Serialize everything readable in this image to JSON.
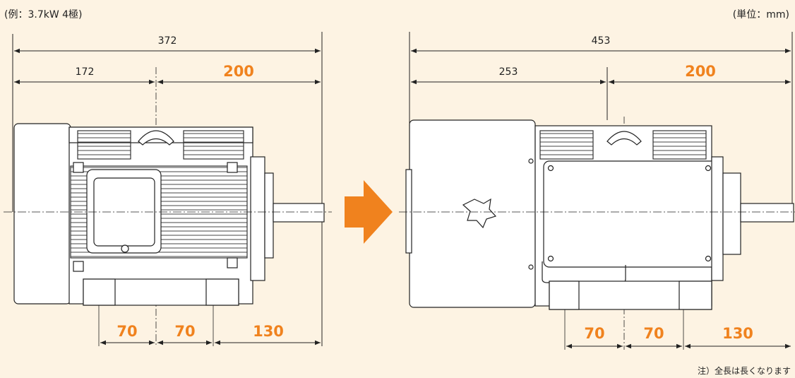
{
  "example_label": "(例：3.7kW 4極)",
  "unit_label": "(単位：mm)",
  "footnote": "注）全長は長くなります",
  "colors": {
    "accent": "#f0821e",
    "background": "#fdf3e3",
    "line": "#222222"
  },
  "before": {
    "overall": "372",
    "left_part": "172",
    "right_part": "200",
    "foot_left": "70",
    "foot_right": "70",
    "shaft": "130"
  },
  "after": {
    "overall": "453",
    "left_part": "253",
    "right_part": "200",
    "foot_left": "70",
    "foot_right": "70",
    "shaft": "130"
  },
  "arrow_icon": "right-arrow-icon"
}
